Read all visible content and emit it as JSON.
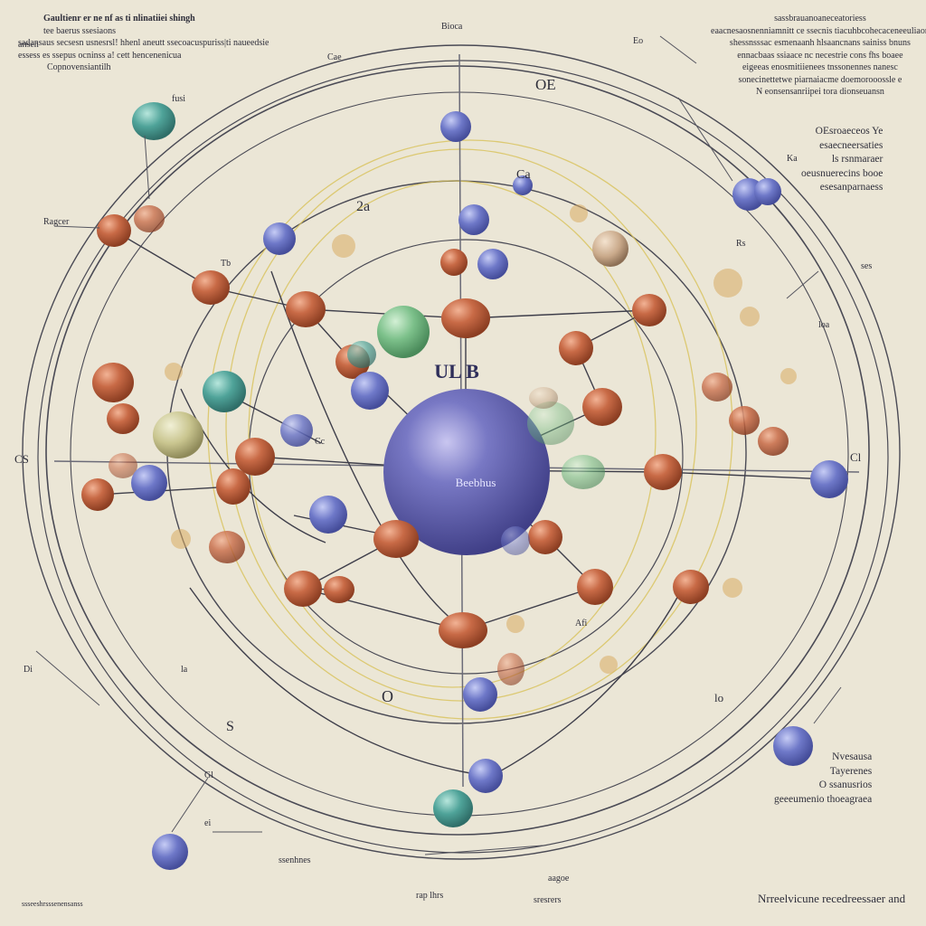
{
  "colors": {
    "background": "#ebe6d6",
    "nucleus": "#5b5aa8",
    "orange_atom": "#c0623f",
    "blue_atom": "#6c76c9",
    "teal_atom": "#4fa399",
    "green_atom": "#7cc08a",
    "orbit_line": "#4a4a55",
    "yellow_orbit": "#d9c25a"
  },
  "nucleus": {
    "label": "Beebhus"
  },
  "top_left_block": {
    "lines": [
      "Gaultienr er ne nf as ti nlinatiiei shingh",
      "tee baerus ssesiaons",
      "sadansaus secsesn usnesrsl! hhenl aneutt ssecoacuspuriss|ti naueedsie",
      "essess es ssepus ocninss a! cett hencenenicua",
      "Copnovensiantilh"
    ]
  },
  "top_right_block": {
    "lines": [
      "sassbrauanoaneceatoriess",
      "eaacnesaosnenniamnitt ce ssecnis tiacuhbcohecaceneeuliaon",
      "shessnsssac esmenaanh hlsaancnans sainiss bnuns",
      "ennacbaas ssiaace nc necestrie cons fhs boaee",
      "eigeeas enosmitiienees tnssonennes nanesc",
      "sonecinettetwe piarnaiacme doemorooossle e",
      "N eonsensanriipei tora dionseuansn"
    ]
  },
  "right_mid_block": {
    "lines": [
      "OEsroaeceos Ye",
      "esaecneersaties",
      "ls rsnmaraer",
      "oeusnuerecins booe",
      "esesanparnaess"
    ]
  },
  "bottom_right_block": {
    "lines": [
      "Nvesausa",
      "Tayerenes",
      "O ssanusrios",
      "geeeumenio thoeagraea"
    ]
  },
  "bottom_caption": "Nrreelvicune recedreessaer and",
  "bottom_left_footnote": "ssseeshrsssenensanss",
  "bottom_center_labels": [
    "ssenhnes",
    "rap lhrs",
    "sresrers",
    "aagoe"
  ],
  "scatter_labels": [
    "fusi",
    "Bioca",
    "Ragcer",
    "Cae",
    "OE",
    "Ca",
    "2a",
    "Tb",
    "Ka",
    "Rs",
    "CS",
    "Cl",
    "ses",
    "Eo",
    "ansen",
    "Afi",
    "lo",
    "Di",
    "la",
    "O",
    "S",
    "Gl",
    "ei",
    "loa",
    "Cc"
  ],
  "center_glyph": "UL B"
}
